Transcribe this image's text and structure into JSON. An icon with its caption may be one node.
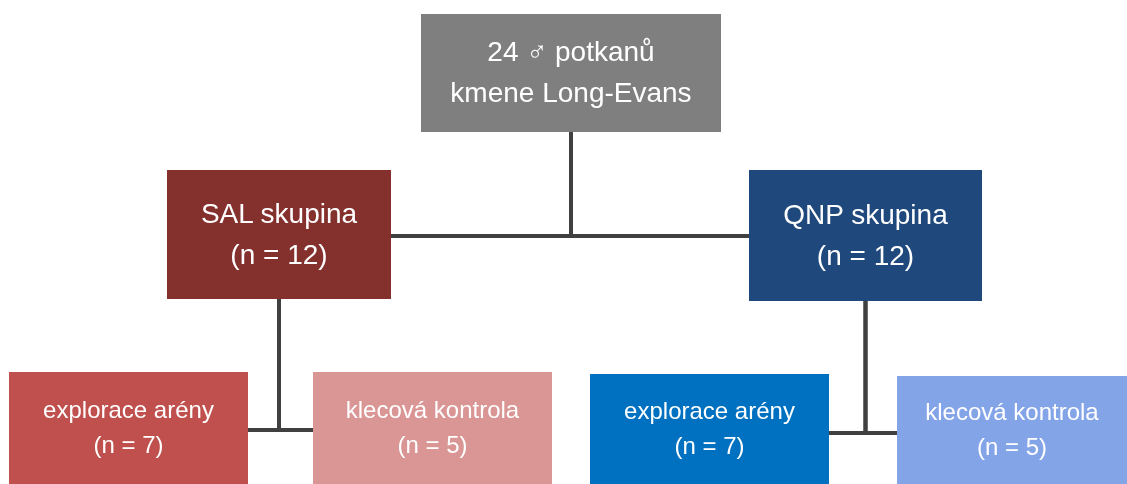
{
  "diagram": {
    "nodes": [
      {
        "text": [
          "24 ♂ potkanů",
          "kmene Long-Evans"
        ]
      },
      {
        "text": [
          "SAL skupina",
          "(n = 12)"
        ]
      },
      {
        "text": [
          "QNP skupina",
          "(n = 12)"
        ]
      },
      {
        "text": [
          "explorace arény",
          "(n = 7)"
        ]
      },
      {
        "text": [
          "klecová kontrola",
          "(n = 5)"
        ]
      },
      {
        "text": [
          "explorace arény",
          "(n = 7)"
        ]
      },
      {
        "text": [
          "klecová kontrola",
          "(n = 5)"
        ]
      }
    ],
    "edges": [
      {
        "from": 0,
        "to": 1,
        "arrow": "none"
      },
      {
        "from": 0,
        "to": 2,
        "arrow": "none"
      },
      {
        "from": 1,
        "to": 3,
        "arrow": "none"
      },
      {
        "from": 1,
        "to": 4,
        "arrow": "none"
      },
      {
        "from": 2,
        "to": 5,
        "arrow": "none"
      },
      {
        "from": 2,
        "to": 6,
        "arrow": "none"
      }
    ]
  }
}
